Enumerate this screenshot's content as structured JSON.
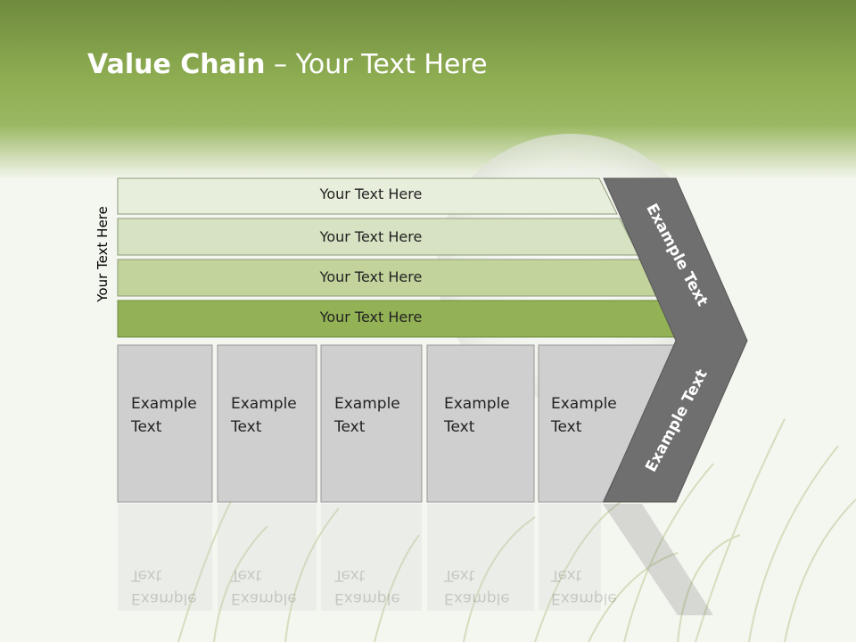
{
  "header": {
    "title_bold": "Value Chain",
    "title_rest": " – Your Text Here"
  },
  "side_label": "Your Text Here",
  "rows": [
    {
      "label": "Your Text Here",
      "color": "#e8eedc"
    },
    {
      "label": "Your Text Here",
      "color": "#d6e2c2"
    },
    {
      "label": "Your Text Here",
      "color": "#c2d49c"
    },
    {
      "label": "Your Text Here",
      "color": "#93b255"
    }
  ],
  "boxes": [
    {
      "line1": "Example",
      "line2": "Text"
    },
    {
      "line1": "Example",
      "line2": "Text"
    },
    {
      "line1": "Example",
      "line2": "Text"
    },
    {
      "line1": "Example",
      "line2": "Text"
    },
    {
      "line1": "Example",
      "line2": "Text"
    }
  ],
  "chevron": {
    "upper_label": "Example Text",
    "lower_label": "Example Text",
    "color": "#6f6f6f"
  },
  "colors": {
    "header_green": "#8aaa4a",
    "box_gray": "#cfcfcf"
  }
}
